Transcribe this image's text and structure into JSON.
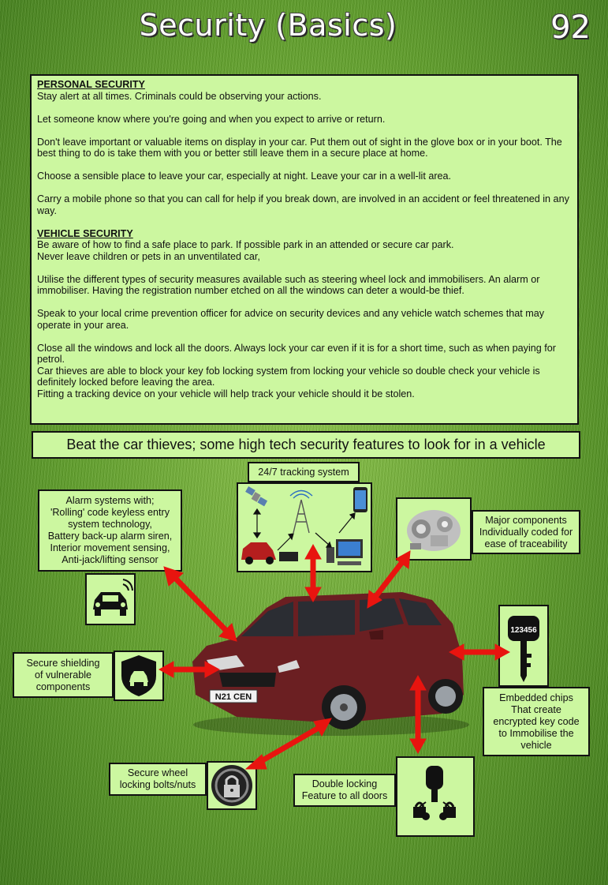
{
  "header": {
    "title": "Security (Basics)",
    "page_number": "92"
  },
  "personal_security": {
    "heading": "PERSONAL SECURITY",
    "paragraphs": [
      "Stay alert at all times. Criminals could be observing your actions.",
      "Let someone know where you're going and when you expect to arrive or return.",
      "Don't leave important or valuable items on display in your car. Put them out of sight in the glove box or in your boot. The best thing to do is take them with you or better still leave them in a secure place at home.",
      "Choose a sensible place to leave your car, especially at night. Leave your car in a well-lit area.",
      "Carry a mobile phone so that you can call for help if you break down, are involved in an accident or feel threatened in any way."
    ]
  },
  "vehicle_security": {
    "heading": "VEHICLE SECURITY",
    "p1a": "Be aware of how to find a safe place to park. If possible park in an attended or secure car park.",
    "p1b": "Never leave children or pets in an unventilated car,",
    "p2": "Utilise the different types of security measures available such as steering wheel lock and immobilisers. An alarm or immobiliser. Having the registration number etched on all the windows can deter a would-be thief.",
    "p3": "Speak to your local crime prevention officer for advice on security devices and any vehicle watch schemes that may operate in your area.",
    "p4a": "Close all the windows and lock all the doors. Always lock your car even if it is for a short time, such as when paying for petrol.",
    "p4b": "Car thieves are able to block your key fob locking system from locking your vehicle so double check your vehicle is definitely locked before leaving the area.",
    "p4c": "Fitting a tracking device on your vehicle will help track your vehicle should it be stolen."
  },
  "banner": "Beat the car thieves; some high tech security features to look for in a vehicle",
  "features": {
    "tracking": "24/7 tracking system",
    "alarm_lines": [
      "Alarm systems with;",
      "'Rolling' code keyless entry",
      "system technology,",
      "Battery back-up alarm siren,",
      "Interior movement sensing,",
      "Anti-jack/lifting sensor"
    ],
    "components_lines": [
      "Major components",
      "Individually coded for",
      "ease of traceability"
    ],
    "shielding_lines": [
      "Secure shielding",
      "of vulnerable",
      "components"
    ],
    "chips_lines": [
      "Embedded chips",
      "That create",
      "encrypted key code",
      "to Immobilise the",
      "vehicle"
    ],
    "wheel_lines": [
      "Secure wheel",
      "locking bolts/nuts"
    ],
    "double_lines": [
      "Double locking",
      "Feature to all doors"
    ]
  },
  "car": {
    "plate": "N21 CEN",
    "key_code": "123456",
    "body_color": "#6b1f22"
  },
  "colors": {
    "box": "#ccf7a0",
    "arrow": "#e8140f"
  }
}
